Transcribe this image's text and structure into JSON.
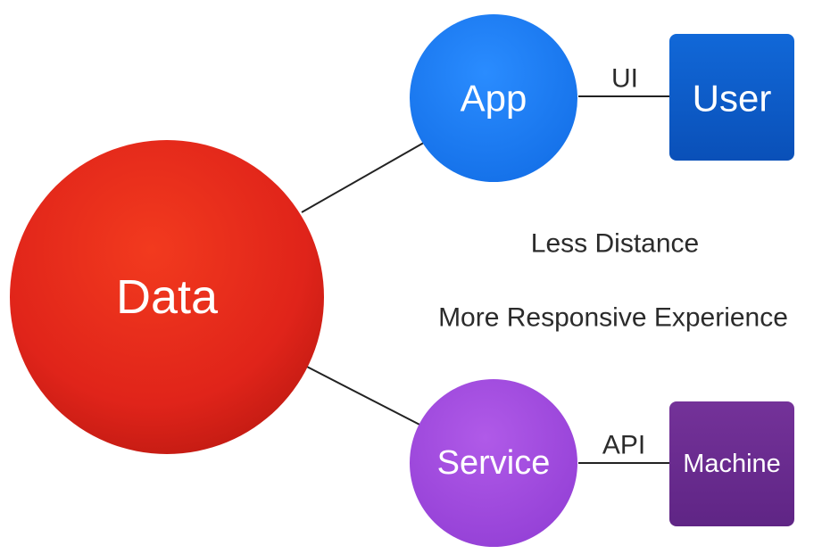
{
  "diagram": {
    "nodes": {
      "data": {
        "label": "Data",
        "color": "#e2261a"
      },
      "app": {
        "label": "App",
        "color": "#1a7ff5"
      },
      "user": {
        "label": "User",
        "color": "#0c5cc8"
      },
      "service": {
        "label": "Service",
        "color": "#a24bdd"
      },
      "machine": {
        "label": "Machine",
        "color": "#6a2a90"
      }
    },
    "edges": {
      "ui": {
        "label": "UI"
      },
      "api": {
        "label": "API"
      }
    },
    "captions": {
      "line1": "Less Distance",
      "line2": "More Responsive Experience"
    }
  }
}
